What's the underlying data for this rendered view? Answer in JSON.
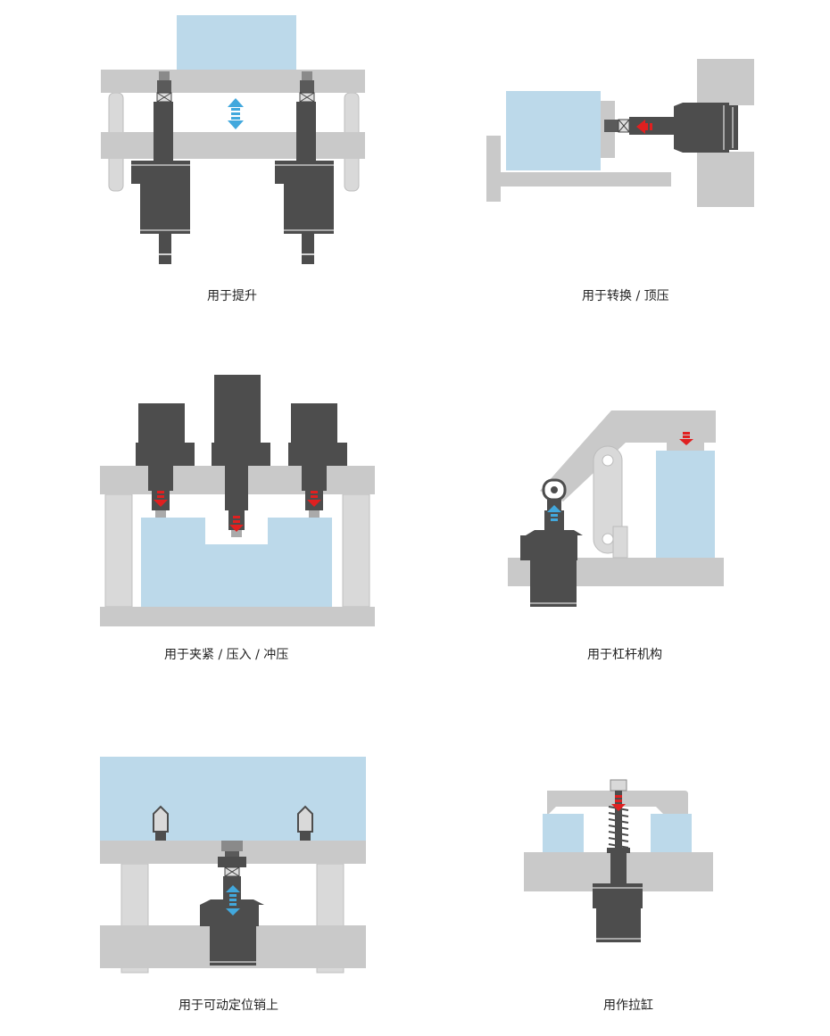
{
  "colors": {
    "plate": "#c9c9c9",
    "post": "#d9d9d9",
    "cylinder": "#4d4d4d",
    "work": "#bcd9ea",
    "arrow_red": "#e02020",
    "arrow_blue": "#42a8dd"
  },
  "panels": [
    {
      "caption": "用于提升"
    },
    {
      "caption": "用于转换 / 顶压"
    },
    {
      "caption": "用于夹紧 / 压入 / 冲压"
    },
    {
      "caption": "用于杠杆机构"
    },
    {
      "caption": "用于可动定位销上"
    },
    {
      "caption": "用作拉缸"
    }
  ]
}
